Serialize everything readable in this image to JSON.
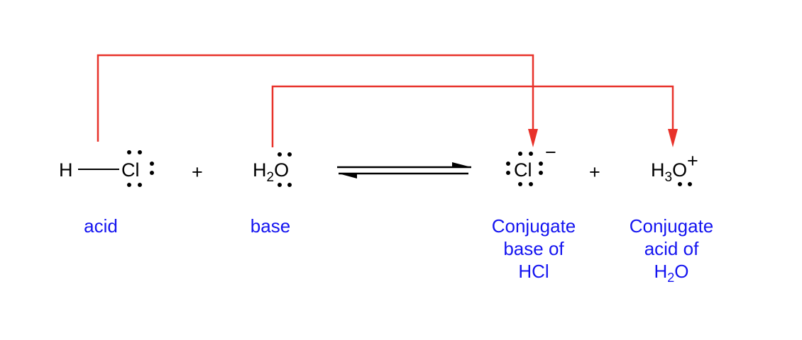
{
  "reactants": {
    "acid": {
      "h": "H",
      "cl": "Cl"
    },
    "plus": "+",
    "base": {
      "h": "H",
      "sub": "2",
      "o": "O"
    }
  },
  "products": {
    "conj_base": {
      "cl": "Cl",
      "charge": "−"
    },
    "plus": "+",
    "conj_acid": {
      "h": "H",
      "sub": "3",
      "o": "O",
      "charge": "+"
    }
  },
  "labels": {
    "acid": "acid",
    "base": "base",
    "conj_base": [
      "Conjugate",
      "base of",
      "HCl"
    ],
    "conj_acid": [
      "Conjugate",
      "acid of",
      "H",
      "2",
      "O"
    ]
  },
  "colors": {
    "arrows": "#e8322a",
    "labels": "#1414f0",
    "structures": "#000000"
  },
  "arrow_type": "equilibrium"
}
